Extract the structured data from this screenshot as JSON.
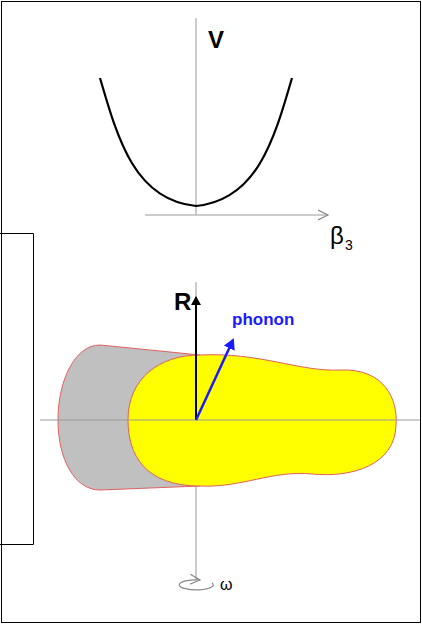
{
  "diagram": {
    "labels": [
      "V",
      "β",
      "3",
      "R",
      "phonon",
      "ω"
    ]
  }
}
